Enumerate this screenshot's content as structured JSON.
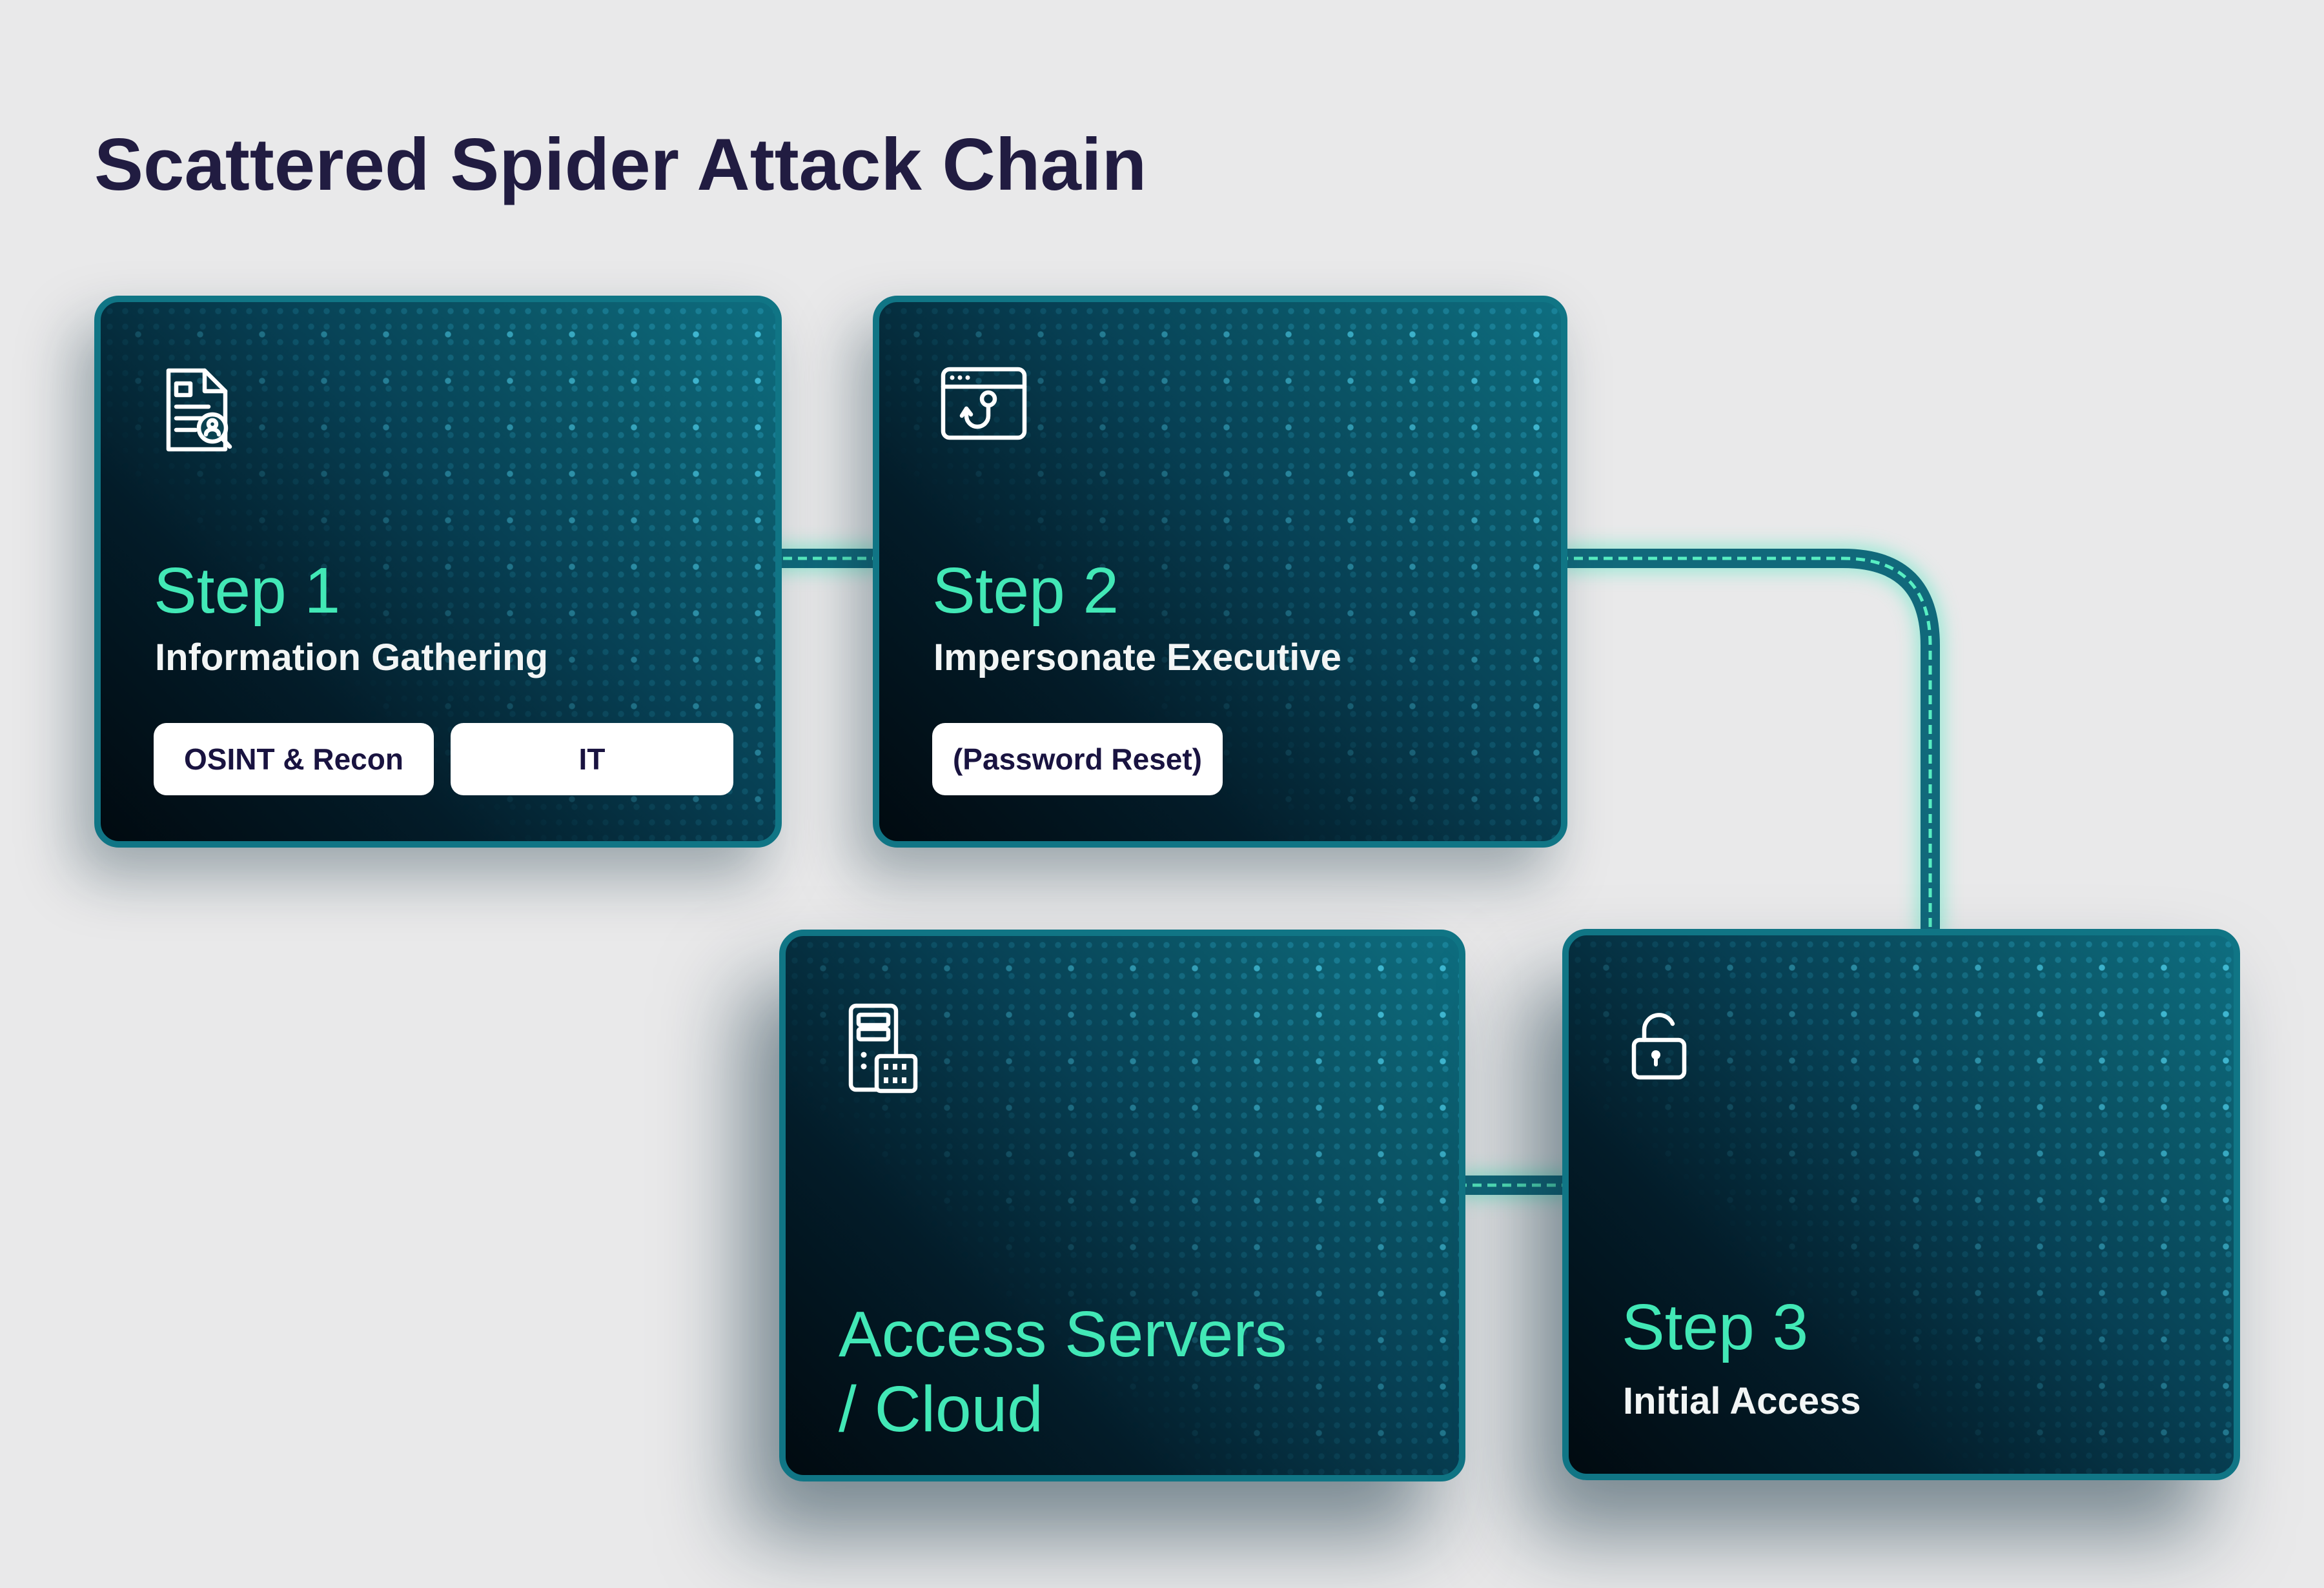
{
  "page": {
    "title": "Scattered Spider Attack Chain"
  },
  "colors": {
    "background": "#e9e9ea",
    "title_navy": "#211c41",
    "accent_mint": "#42e8b6",
    "card_gradient_light": "#0e6e80",
    "card_gradient_dark": "#010a10",
    "card_border_teal": "#107585",
    "connector_teal": "#11697b",
    "connector_dash_mint": "#58eec2",
    "tag_background": "#ffffff",
    "tag_text_navy": "#191340",
    "icon_stroke": "#ffffff"
  },
  "cards": [
    {
      "id": "step-1",
      "icon": "document-search-icon",
      "heading": "Step 1",
      "heading_line1": "Step 1",
      "heading_line2": "",
      "subtitle": "Information Gathering",
      "tags": [
        "OSINT & Recon",
        "IT"
      ]
    },
    {
      "id": "step-2",
      "icon": "phishing-window-icon",
      "heading": "Step 2",
      "heading_line1": "Step 2",
      "heading_line2": "",
      "subtitle": "Impersonate Executive",
      "tags": [
        "(Password Reset)"
      ]
    },
    {
      "id": "access-servers-cloud",
      "icon": "server-icon",
      "heading": "Access Servers / Cloud",
      "heading_line1": "Access Servers",
      "heading_line2": "/ Cloud",
      "subtitle": "",
      "tags": []
    },
    {
      "id": "step-3",
      "icon": "unlocked-padlock-icon",
      "heading": "Step 3",
      "heading_line1": "Step 3",
      "heading_line2": "",
      "subtitle": "Initial Access",
      "tags": []
    }
  ],
  "connections": [
    {
      "from": "Step 1",
      "to": "Step 2",
      "style": "teal tube with mint dashed centerline and glow"
    },
    {
      "from": "Step 2",
      "to": "Step 3",
      "style": "teal tube elbow (right then down) with mint dashed centerline and glow"
    },
    {
      "from": "Access Servers / Cloud",
      "to": "Step 3",
      "style": "teal tube with mint dashed centerline and glow"
    }
  ]
}
